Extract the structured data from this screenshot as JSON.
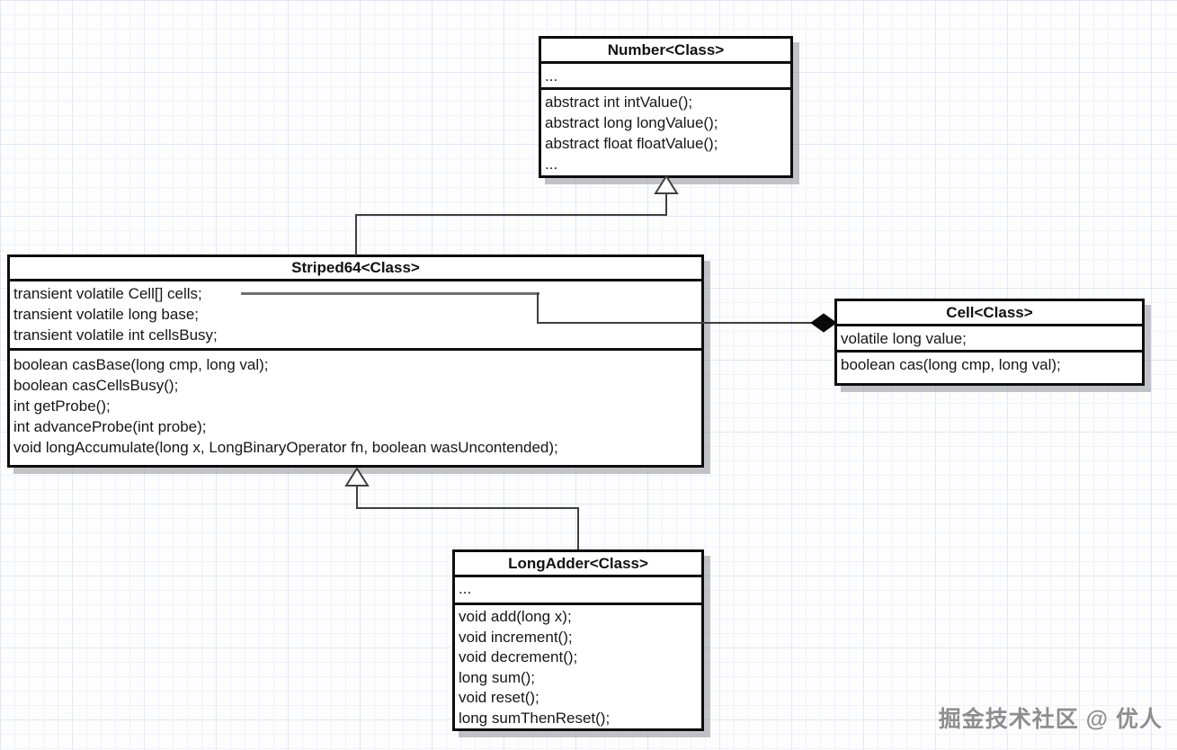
{
  "diagram": {
    "classes": {
      "number": {
        "title": "Number<Class>",
        "fields": [
          "..."
        ],
        "methods": [
          "abstract int intValue();",
          "abstract long longValue();",
          "abstract float floatValue();",
          "..."
        ]
      },
      "striped64": {
        "title": "Striped64<Class>",
        "fields": [
          "transient volatile Cell[] cells;",
          "transient volatile long base;",
          "transient volatile int cellsBusy;"
        ],
        "methods": [
          "boolean casBase(long cmp, long val);",
          "boolean casCellsBusy();",
          "int getProbe();",
          "int advanceProbe(int probe);",
          "void longAccumulate(long x, LongBinaryOperator fn, boolean wasUncontended);"
        ]
      },
      "cell": {
        "title": "Cell<Class>",
        "fields": [
          "volatile long value;"
        ],
        "methods": [
          "boolean cas(long cmp, long val);"
        ]
      },
      "longadder": {
        "title": "LongAdder<Class>",
        "fields": [
          "..."
        ],
        "methods": [
          "void add(long x);",
          "void increment();",
          "void decrement();",
          "long sum();",
          "void reset();",
          "long sumThenReset();"
        ]
      }
    },
    "relationships": [
      {
        "type": "generalization",
        "from": "Striped64",
        "to": "Number"
      },
      {
        "type": "generalization",
        "from": "LongAdder",
        "to": "Striped64"
      },
      {
        "type": "composition",
        "from": "Striped64.cells",
        "to": "Cell"
      }
    ],
    "watermark": "掘金技术社区 @ 优人",
    "colors": {
      "box_border": "#0d0d0d",
      "box_bg": "#ffffff",
      "connector": "#3f3f3f",
      "grid_minor": "#f0f1fb",
      "grid_major": "#e3e7f5",
      "watermark": "#8e8e8e"
    }
  }
}
